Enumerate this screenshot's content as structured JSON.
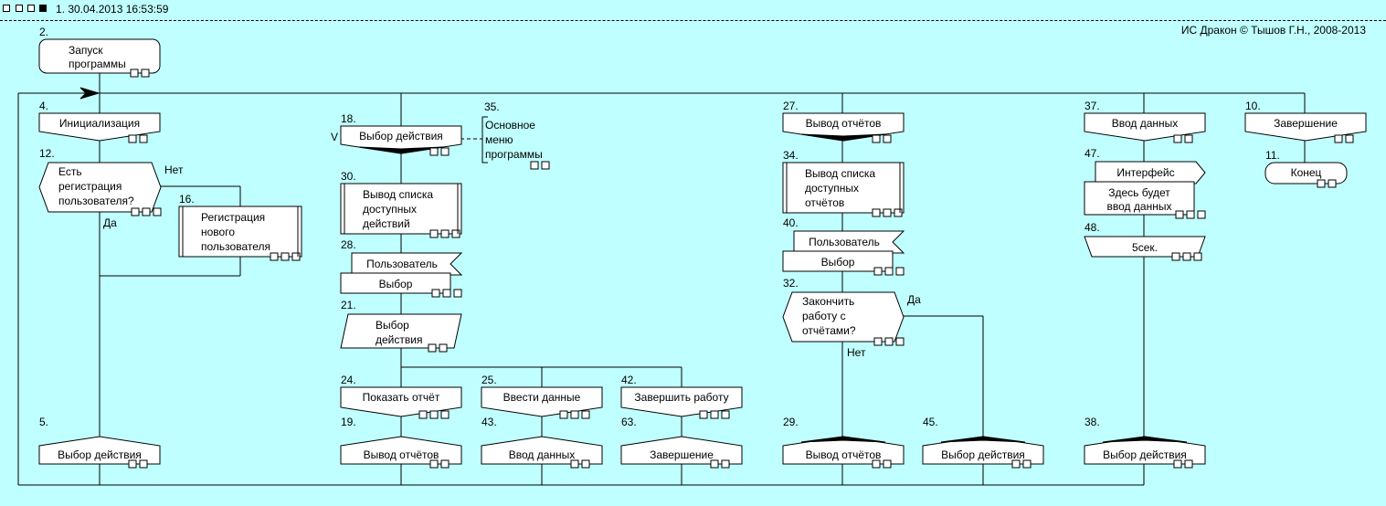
{
  "header": {
    "title": "1. 30.04.2013 16:53:59",
    "copyright": "ИС Дракон © Тышов Г.Н., 2008-2013"
  },
  "colors": {
    "background": "#c0ffff",
    "shape_fill": "#ffffff",
    "line": "#000000"
  },
  "nodes": {
    "n2": {
      "num": "2.",
      "lines": [
        "Запуск",
        "программы"
      ],
      "type": "start"
    },
    "n4": {
      "num": "4.",
      "lines": [
        "Инициализация"
      ],
      "type": "branch"
    },
    "n12": {
      "num": "12.",
      "lines": [
        "Есть",
        "регистрация",
        "пользователя?"
      ],
      "type": "question",
      "yes": "Да",
      "no": "Нет"
    },
    "n16": {
      "num": "16.",
      "lines": [
        "Регистрация",
        "нового",
        "пользователя"
      ],
      "type": "insertion"
    },
    "n5": {
      "num": "5.",
      "lines": [
        "Выбор действия"
      ],
      "type": "address"
    },
    "n18": {
      "num": "18.",
      "lines": [
        "Выбор действия"
      ],
      "type": "branch",
      "marker": "V"
    },
    "n35": {
      "num": "35.",
      "lines": [
        "Основное",
        "меню",
        "программы"
      ],
      "type": "comment"
    },
    "n30": {
      "num": "30.",
      "lines": [
        "Вывод списка",
        "доступных",
        "действий"
      ],
      "type": "insertion"
    },
    "n28": {
      "num": "28.",
      "lines": [
        "Пользователь",
        "Выбор"
      ],
      "type": "input"
    },
    "n21": {
      "num": "21.",
      "lines": [
        "Выбор",
        "действия"
      ],
      "type": "choice"
    },
    "n24": {
      "num": "24.",
      "lines": [
        "Показать отчёт"
      ],
      "type": "case"
    },
    "n25": {
      "num": "25.",
      "lines": [
        "Ввести данные"
      ],
      "type": "case"
    },
    "n42": {
      "num": "42.",
      "lines": [
        "Завершить работу"
      ],
      "type": "case"
    },
    "n19": {
      "num": "19.",
      "lines": [
        "Вывод отчётов"
      ],
      "type": "address"
    },
    "n43": {
      "num": "43.",
      "lines": [
        "Ввод данных"
      ],
      "type": "address"
    },
    "n63": {
      "num": "63.",
      "lines": [
        "Завершение"
      ],
      "type": "address"
    },
    "n27": {
      "num": "27.",
      "lines": [
        "Вывод отчётов"
      ],
      "type": "branch"
    },
    "n34": {
      "num": "34.",
      "lines": [
        "Вывод списка",
        "доступных",
        "отчётов"
      ],
      "type": "insertion"
    },
    "n40": {
      "num": "40.",
      "lines": [
        "Пользователь",
        "Выбор"
      ],
      "type": "input"
    },
    "n32": {
      "num": "32.",
      "lines": [
        "Закончить",
        "работу с",
        "отчётами?"
      ],
      "type": "question",
      "yes": "Да",
      "no": "Нет"
    },
    "n29": {
      "num": "29.",
      "lines": [
        "Вывод отчётов"
      ],
      "type": "address"
    },
    "n45": {
      "num": "45.",
      "lines": [
        "Выбор действия"
      ],
      "type": "address"
    },
    "n37": {
      "num": "37.",
      "lines": [
        "Ввод данных"
      ],
      "type": "branch"
    },
    "n47": {
      "num": "47.",
      "lines": [
        "Интерфейс",
        "Здесь будет",
        "ввод данных"
      ],
      "type": "output"
    },
    "n48": {
      "num": "48.",
      "lines": [
        "5сек."
      ],
      "type": "pause"
    },
    "n38": {
      "num": "38.",
      "lines": [
        "Выбор действия"
      ],
      "type": "address"
    },
    "n10": {
      "num": "10.",
      "lines": [
        "Завершение"
      ],
      "type": "branch"
    },
    "n11": {
      "num": "11.",
      "lines": [
        "Конец"
      ],
      "type": "end"
    }
  }
}
